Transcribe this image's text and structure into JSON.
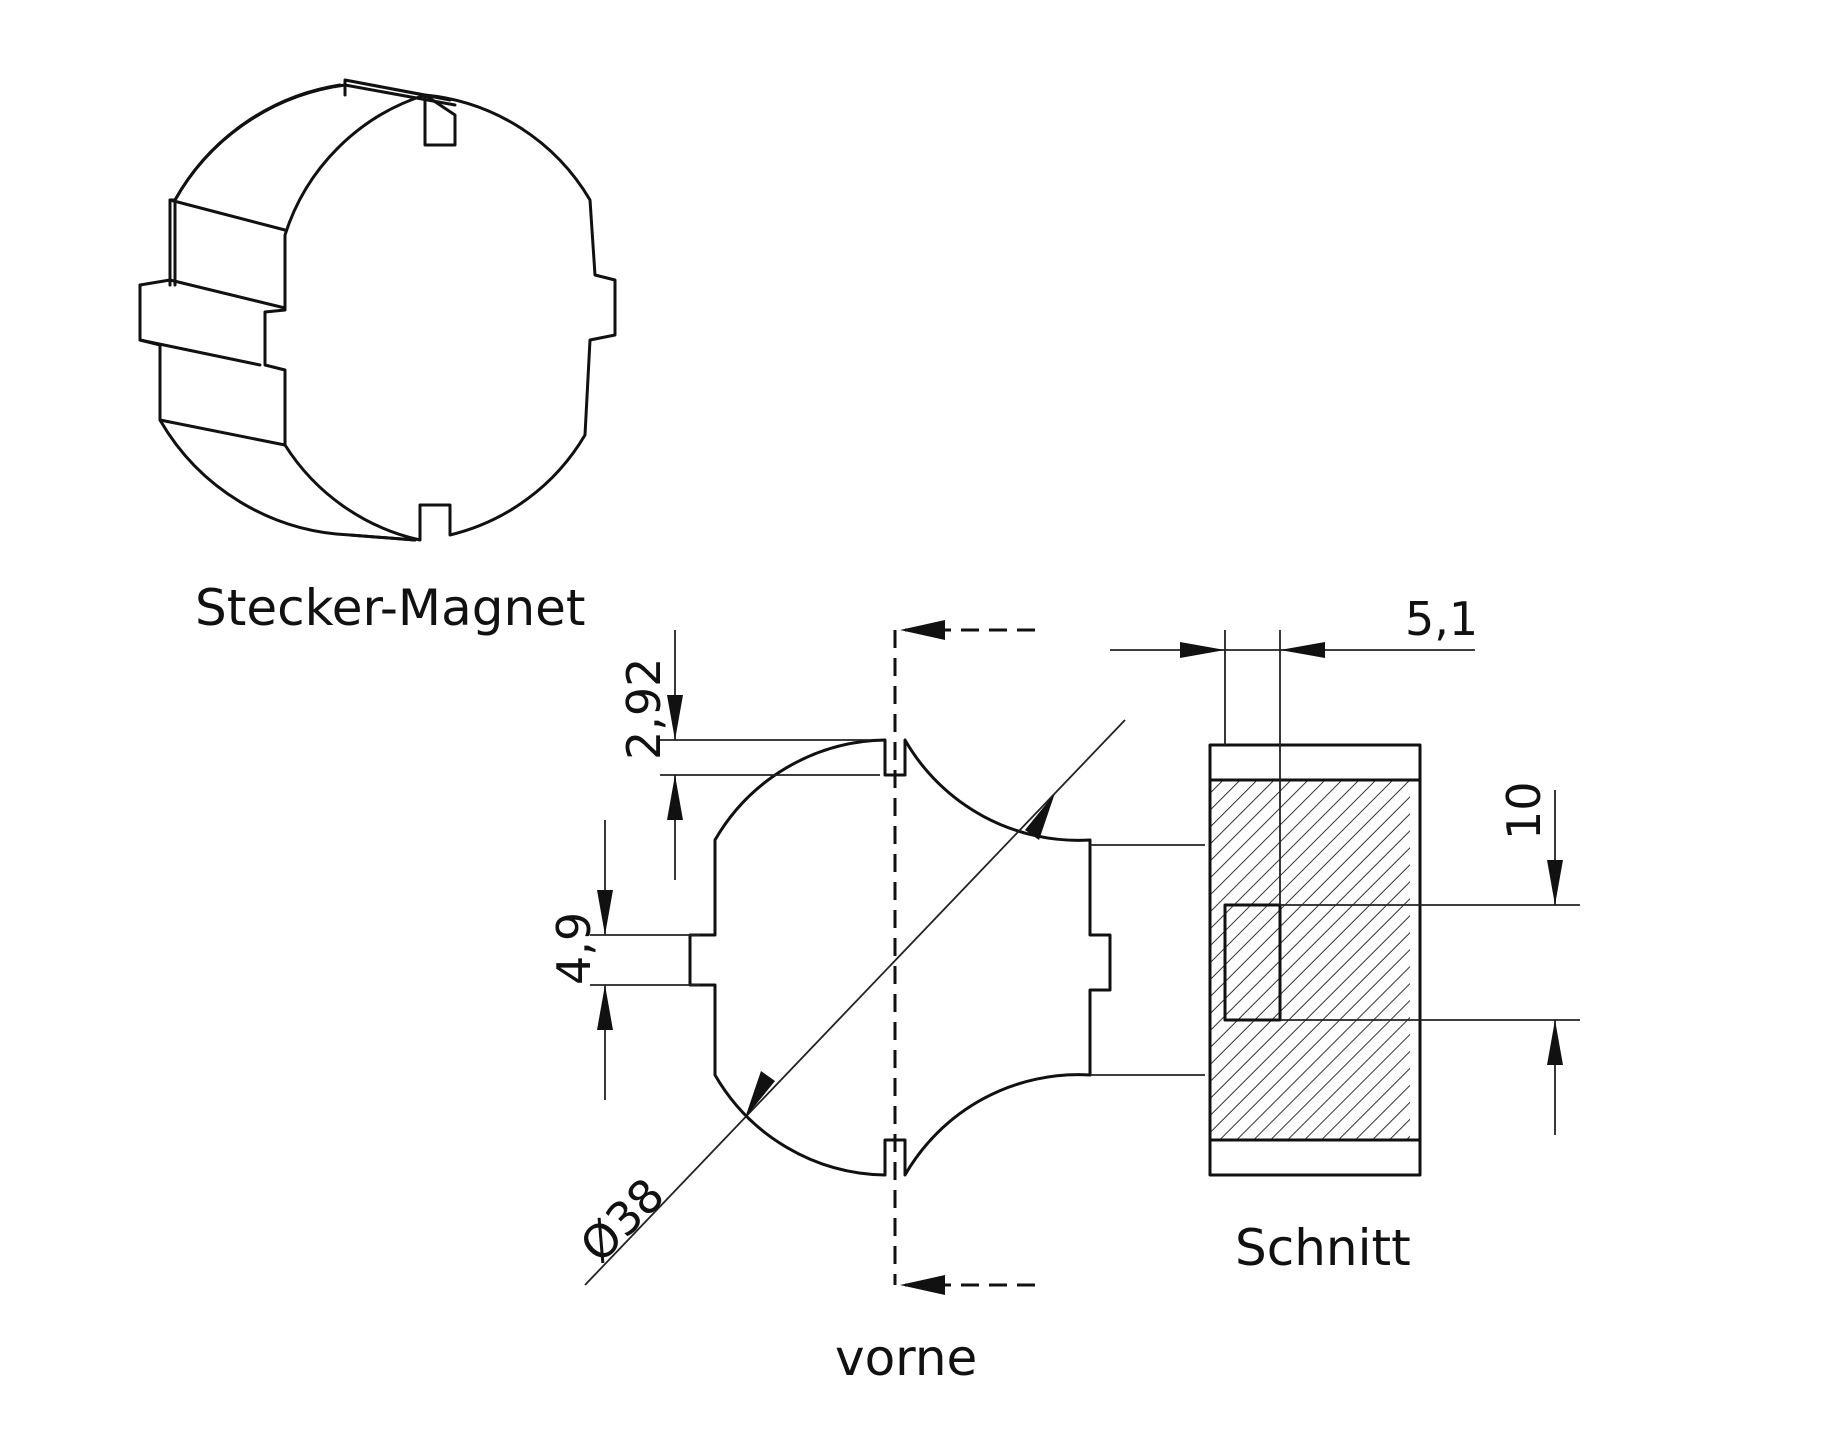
{
  "labels": {
    "perspective_title": "Stecker-Magnet",
    "front_view_title": "vorne",
    "section_title": "Schnitt"
  },
  "dimensions": {
    "groove_depth": "2,92",
    "side_notch_width": "4,9",
    "diameter": "Ø38",
    "section_offset": "5,1",
    "section_height": "10"
  }
}
